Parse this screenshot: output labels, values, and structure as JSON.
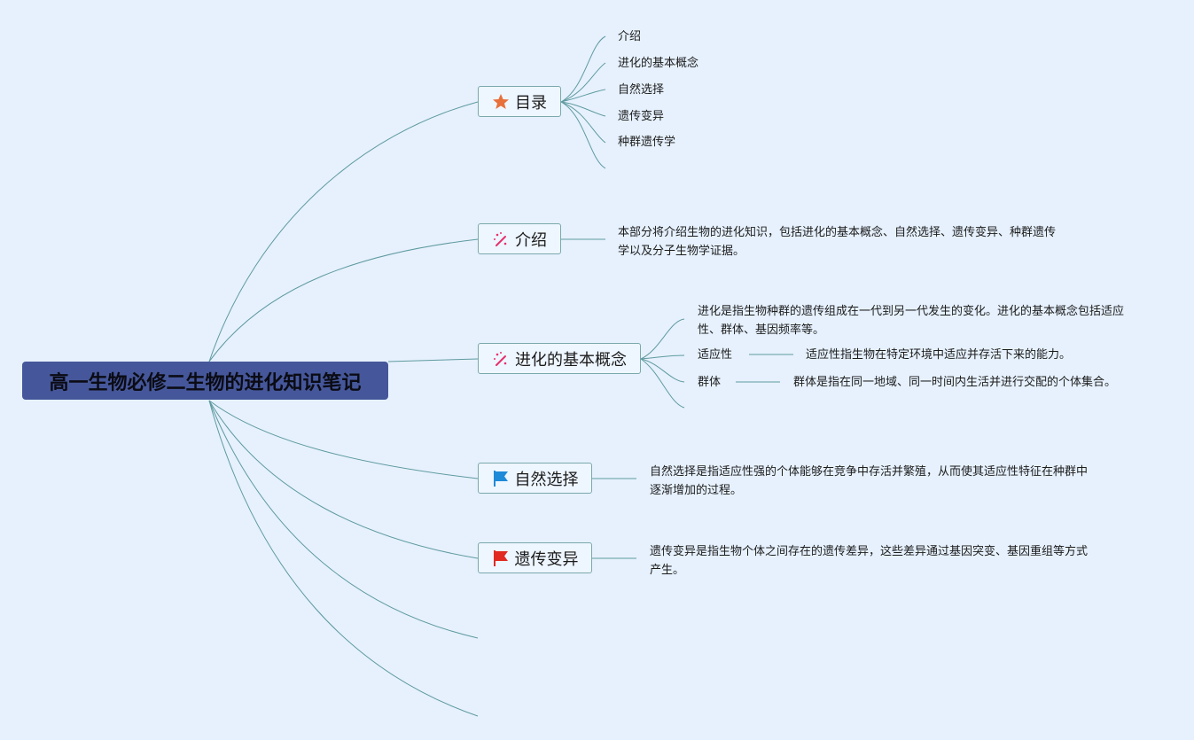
{
  "root": {
    "title": "高一生物必修二生物的进化知识笔记"
  },
  "branches": {
    "toc": {
      "label": "目录",
      "icon": "star-icon",
      "items": [
        "介绍",
        "进化的基本概念",
        "自然选择",
        "遗传变异",
        "种群遗传学"
      ]
    },
    "intro": {
      "label": "介绍",
      "icon": "magic-wand-icon",
      "text": "本部分将介绍生物的进化知识，包括进化的基本概念、自然选择、遗传变异、种群遗传学以及分子生物学证据。"
    },
    "concepts": {
      "label": "进化的基本概念",
      "icon": "magic-wand-icon",
      "text": "进化是指生物种群的遗传组成在一代到另一代发生的变化。进化的基本概念包括适应性、群体、基因频率等。",
      "adapt": {
        "label": "适应性",
        "text": "适应性指生物在特定环境中适应并存活下来的能力。"
      },
      "group": {
        "label": "群体",
        "text": "群体是指在同一地域、同一时间内生活并进行交配的个体集合。"
      }
    },
    "selection": {
      "label": "自然选择",
      "icon": "blue-flag-icon",
      "text": "自然选择是指适应性强的个体能够在竞争中存活并繁殖，从而使其适应性特征在种群中逐渐增加的过程。"
    },
    "variation": {
      "label": "遗传变异",
      "icon": "red-flag-icon",
      "text": "遗传变异是指生物个体之间存在的遗传差异，这些差异通过基因突变、基因重组等方式产生。"
    }
  },
  "colors": {
    "background": "#e6f1fd",
    "root_fill": "#45579a",
    "connector": "#5f9aa0",
    "star": "#e8703a",
    "wand": "#e5316b",
    "blue_flag": "#1f8ad8",
    "red_flag": "#e02a22"
  }
}
